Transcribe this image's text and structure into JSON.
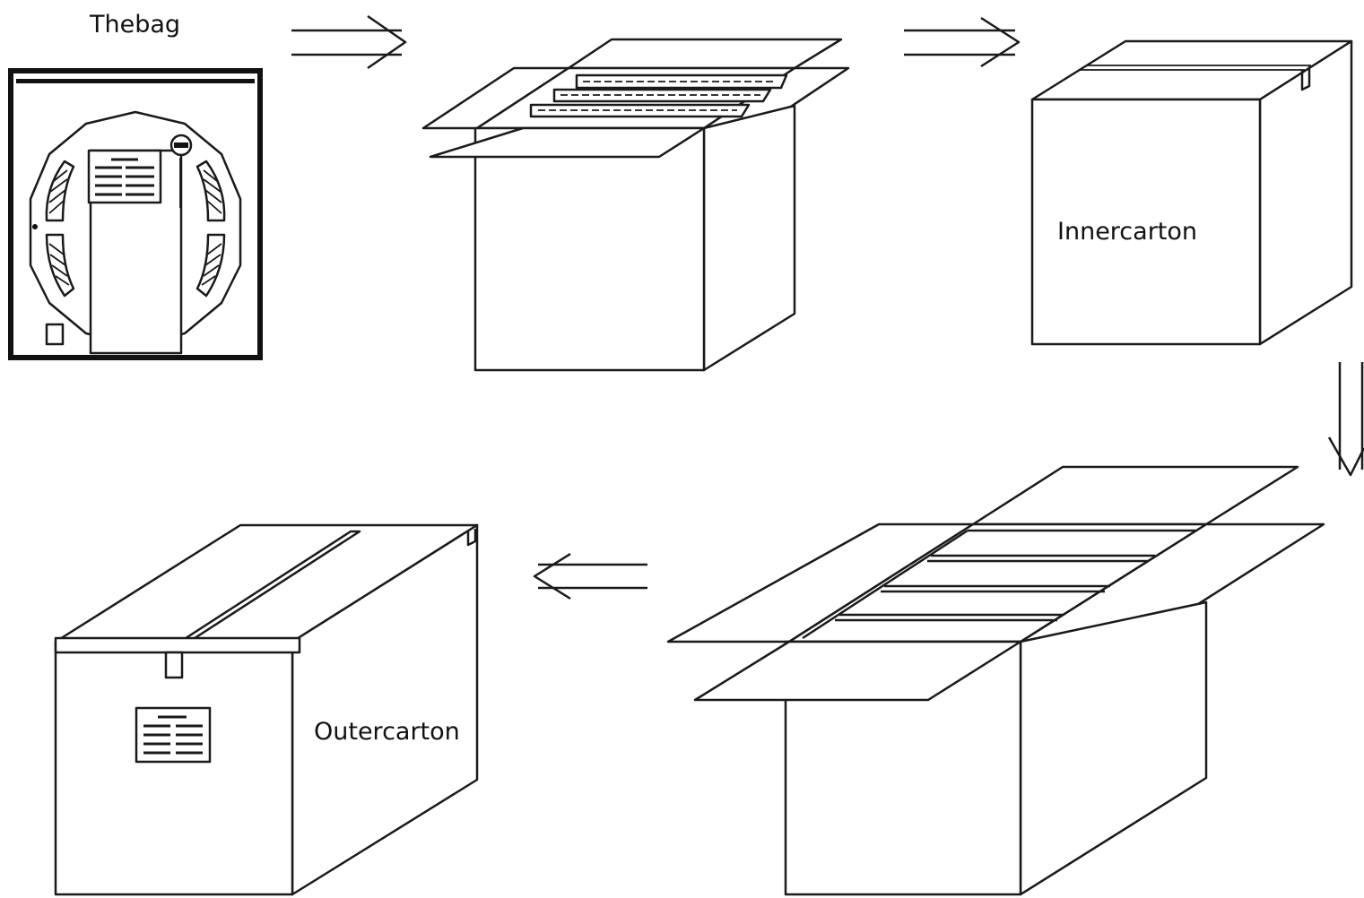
{
  "labels": {
    "bag": "Thebag",
    "inner_carton": "Innercarton",
    "outer_carton": "Outercarton"
  },
  "colors": {
    "line": "#1a1a1a",
    "background": "#ffffff"
  },
  "arrows": [
    "right",
    "right",
    "down",
    "left"
  ]
}
